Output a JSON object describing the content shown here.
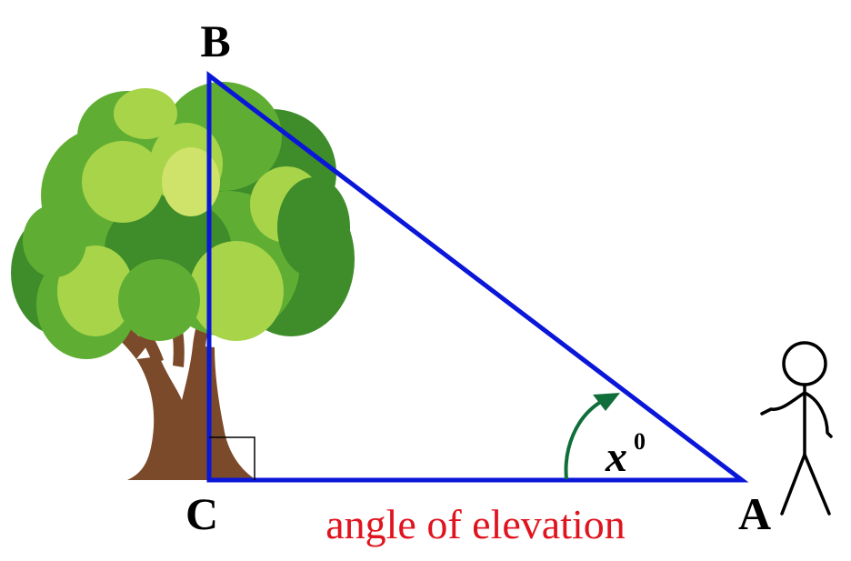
{
  "labels": {
    "top_vertex": "B",
    "bottom_left_vertex": "C",
    "bottom_right_vertex": "A",
    "angle_variable": "x",
    "angle_superscript": "0",
    "caption": "angle of elevation"
  },
  "colors": {
    "triangle_stroke": "#0a16d8",
    "caption_text": "#e0141e",
    "angle_arrow": "#0f6e3a",
    "label_text": "#000000",
    "tree_trunk": "#7a4a2a",
    "foliage_dark": "#3e8c2a",
    "foliage_mid": "#5fae33",
    "foliage_light": "#a8d44a",
    "foliage_pale": "#cfe36a"
  },
  "icons": {
    "tree": "tree-illustration",
    "person": "stick-figure-person",
    "right_angle": "right-angle-marker",
    "angle_arrow": "curved-arrow"
  }
}
